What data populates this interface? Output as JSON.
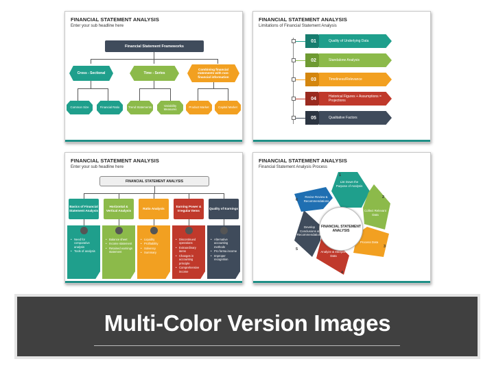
{
  "colors": {
    "teal": "#1f9f8c",
    "green": "#8cba4a",
    "orange": "#f2a021",
    "red": "#c0392b",
    "navy": "#3f4b5b",
    "banner": "#404040"
  },
  "slide1": {
    "title": "FINANCIAL STATEMENT ANALYSIS",
    "subtitle": "Enter your sub headline here",
    "root": "Financial Statement Frameworks",
    "branches": [
      "Cross - Sectional",
      "Time - Series",
      "Combining financial statements with non-financial information"
    ],
    "leaves": [
      "Common Size",
      "Financial Ratio",
      "Trend Statements",
      "Variability Measures",
      "Product Market",
      "Capital Market"
    ]
  },
  "slide2": {
    "title": "FINANCIAL STATEMENT ANALYSIS",
    "subtitle": "Limitations of Financial Statement Analysis",
    "items": [
      {
        "num": "01",
        "label": "Quality of Underlying Data"
      },
      {
        "num": "02",
        "label": "Standalone Analysis"
      },
      {
        "num": "03",
        "label": "Timeliness/Relevance"
      },
      {
        "num": "04",
        "label": "Historical Figures + Assumptions = Projections"
      },
      {
        "num": "05",
        "label": "Qualitative Factors"
      }
    ]
  },
  "slide3": {
    "title": "FINANCIAL STATEMENT ANALYSIS",
    "subtitle": "Enter your sub headline here",
    "root": "FINANCIAL STATEMENT ANALYSIS",
    "columns": [
      {
        "head": "Basics of Financial Statement Analysis",
        "items": [
          "Need for comparative analysis",
          "Tools of analysis"
        ]
      },
      {
        "head": "Horizontal & Vertical Analysis",
        "items": [
          "Balance sheet",
          "Income statement",
          "Retained earnings statement"
        ]
      },
      {
        "head": "Ratio Analysis",
        "items": [
          "Liquidity",
          "Profitability",
          "Solvency",
          "Summary"
        ]
      },
      {
        "head": "Earning Power & Irregular Items",
        "items": [
          "Discontinued operations",
          "Extraordinary items",
          "Changes in accounting principle",
          "Comprehensive income"
        ]
      },
      {
        "head": "Quality of Earnings",
        "items": [
          "Alternative accounting methods",
          "Pro forma income",
          "Improper recognition"
        ]
      }
    ]
  },
  "slide4": {
    "title": "FINANCIAL STATEMENT ANALYSIS",
    "subtitle": "Financial Statement Analysis Process",
    "center": "FINANCIAL STATEMENT ANALYSIS",
    "steps": [
      {
        "num": "1",
        "label": "List Down the Purpose of Analysis"
      },
      {
        "num": "2",
        "label": "Collect Relevant Data"
      },
      {
        "num": "3",
        "label": "Process Data"
      },
      {
        "num": "4",
        "label": "Analyze & Interpret Data"
      },
      {
        "num": "5",
        "label": "Develop Conclusions & Recommendations"
      },
      {
        "num": "6",
        "label": "Revise Review & Recommendations"
      }
    ]
  },
  "banner": {
    "title": "Multi-Color Version Images"
  }
}
